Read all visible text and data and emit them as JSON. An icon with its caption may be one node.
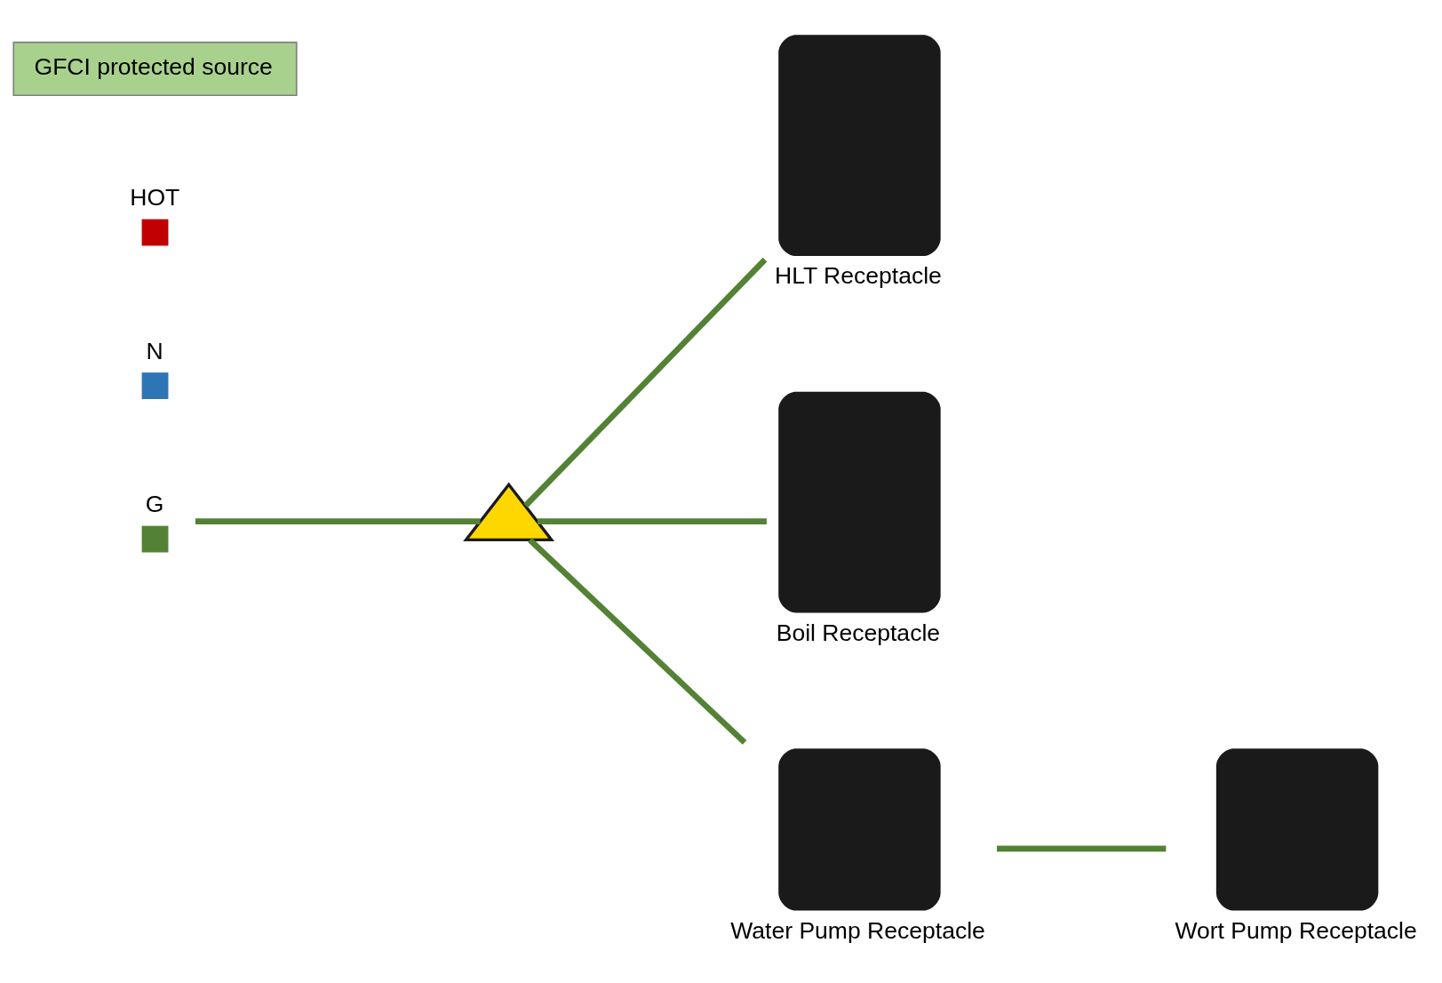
{
  "diagram": {
    "nodes": [
      {
        "text": [
          "GFCI protected source"
        ]
      },
      {
        "text": [
          "HOT"
        ]
      },
      {
        "text": [
          "N"
        ]
      },
      {
        "text": [
          "G"
        ]
      },
      {
        "text": [
          "HLT Receptacle"
        ]
      },
      {
        "text": [],
        "shape": "triangle"
      },
      {
        "text": [
          "Boil Receptacle"
        ]
      },
      {
        "text": [
          "Water Pump Receptacle"
        ]
      },
      {
        "text": [
          "Wort Pump Receptacle"
        ]
      }
    ],
    "edges": [
      {
        "from": 3,
        "to": 5,
        "arrow": "none"
      },
      {
        "from": 5,
        "to": 4,
        "arrow": "none"
      },
      {
        "from": 5,
        "to": 6,
        "arrow": "none"
      },
      {
        "from": 5,
        "to": 7,
        "arrow": "none"
      },
      {
        "from": 7,
        "to": 8,
        "arrow": "none"
      }
    ]
  }
}
